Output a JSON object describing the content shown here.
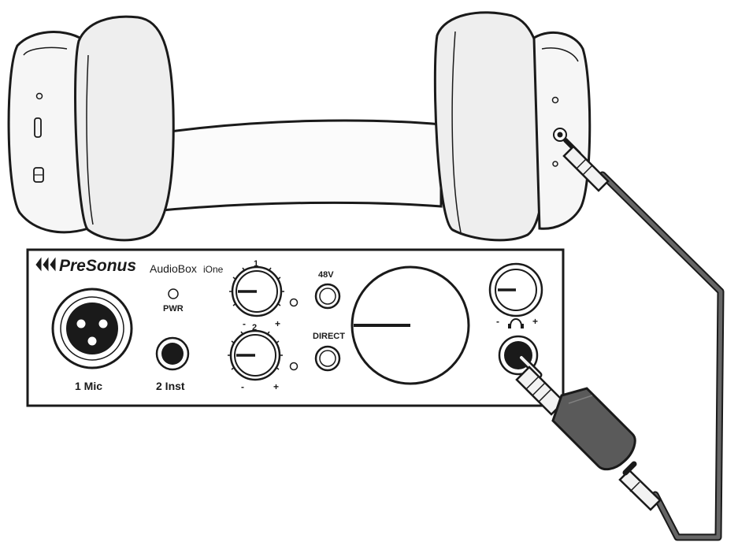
{
  "colors": {
    "stroke": "#1a1a1a",
    "cushion": "#efefef",
    "cup": "#f7f7f7",
    "cable": "#555555",
    "plug_body": "#5a5a5a",
    "background": "#ffffff"
  },
  "device": {
    "brand": "PreSonus",
    "model": "AudioBox",
    "model_suffix": "iOne",
    "pwr_label": "PWR",
    "knob1_number": "1",
    "knob2_number": "2",
    "minus_sign": "-",
    "plus_sign": "+",
    "phantom_label": "48V",
    "direct_label": "DIRECT",
    "input1_label": "1 Mic",
    "input2_label": "2 Inst"
  },
  "icons": {
    "logo_mark": "presonus-logo-icon",
    "headphone_symbol": "headphones-icon"
  }
}
